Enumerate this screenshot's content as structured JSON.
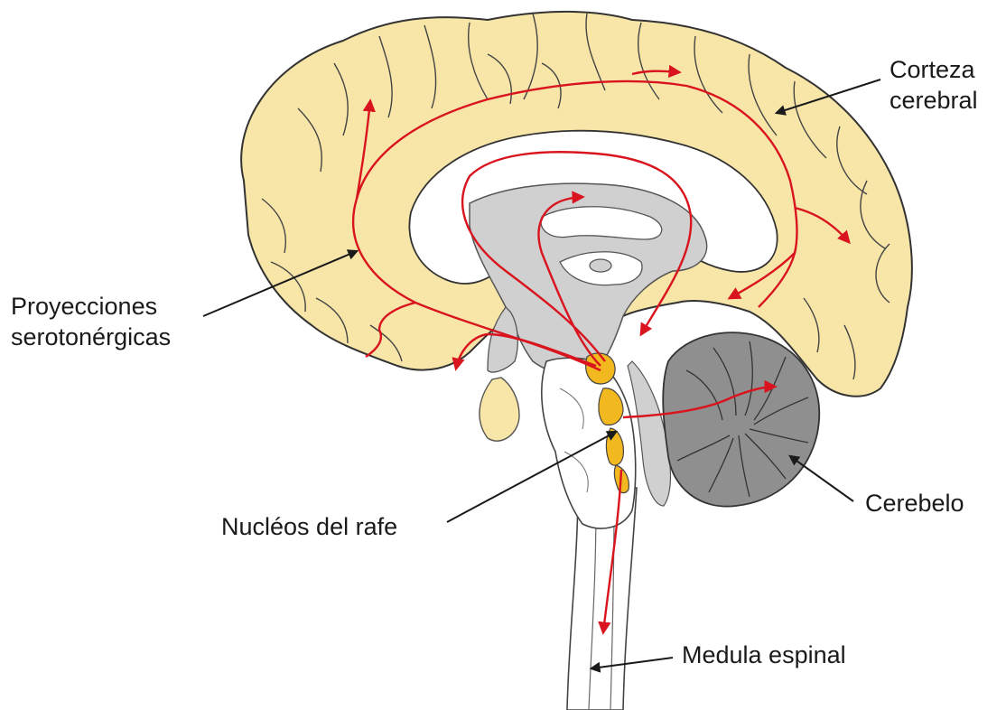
{
  "labels": {
    "cortex": [
      "Corteza",
      "cerebral"
    ],
    "projections": [
      "Proyecciones",
      "serotonérgicas"
    ],
    "raphe": "Nucléos del rafe",
    "cerebellum": "Cerebelo",
    "spinal_cord": "Medula espinal"
  },
  "colors": {
    "cortex_fill": "#f7e6a8",
    "cortex_stroke": "#333333",
    "gray_matter": "#d0d0d0",
    "brainstem": "#ffffff",
    "cerebellum_fill": "#8f8f8f",
    "raphe_fill": "#f2b81f",
    "pathway": "#d9141e"
  }
}
